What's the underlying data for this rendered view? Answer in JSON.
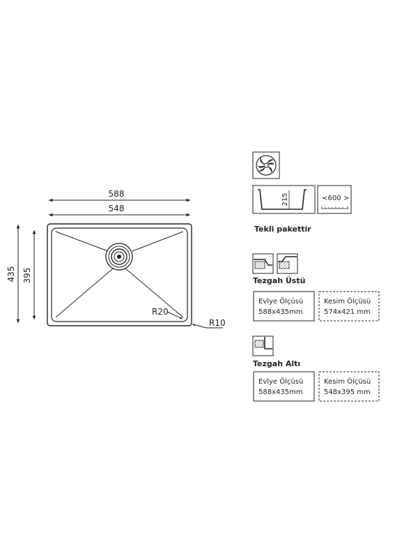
{
  "sink": {
    "outer_width": "588",
    "inner_width": "548",
    "outer_height": "435",
    "inner_height": "395",
    "inner_radius": "R20",
    "outer_radius": "R10"
  },
  "icons": {
    "drain": "drain-swirl-icon",
    "depth_value": "215",
    "cabinet_value": "600"
  },
  "package_note": "Tekli pakettir",
  "tezgah_ustu": {
    "title": "Tezgah  Üstü",
    "evye_label": "Evlye  Ölçüsü",
    "evye_value": "588x435mm",
    "kesim_label": "Kesim Ölçüsü",
    "kesim_value": "574x421 mm"
  },
  "tezgah_alti": {
    "title": "Tezgah  Altı",
    "evye_label": "Evlye  Ölçüsü",
    "evye_value": "588x435mm",
    "kesim_label": "Kesim Ölçüsü",
    "kesim_value": "548x395 mm"
  },
  "colors": {
    "line": "#222222",
    "hatch": "#666666"
  }
}
